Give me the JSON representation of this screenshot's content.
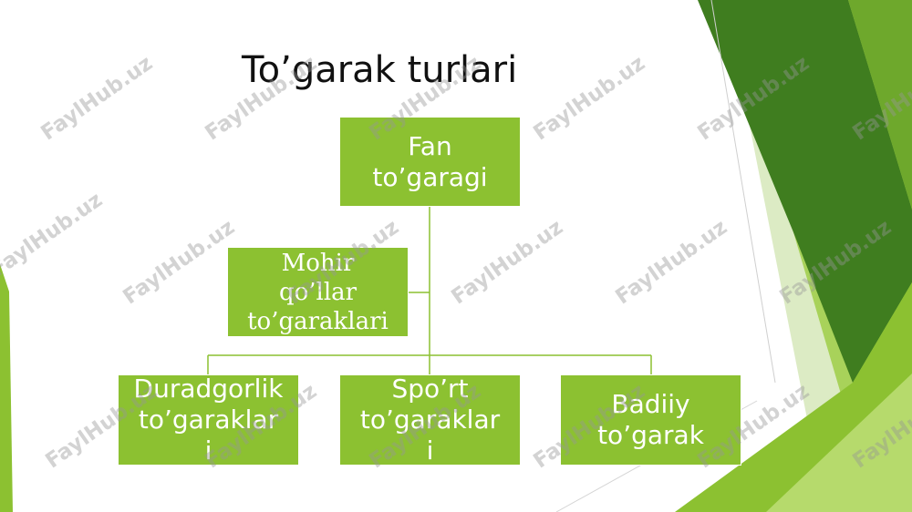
{
  "slide": {
    "title": "To’garak turlari"
  },
  "org_chart": {
    "root": {
      "lines": [
        "Fan",
        "to’garagi"
      ]
    },
    "assistant": {
      "lines": [
        "Mohir",
        "qo’llar",
        "to’garaklari"
      ]
    },
    "children": [
      {
        "lines": [
          "Duradgorlik",
          "to’garaklar",
          "i"
        ]
      },
      {
        "lines": [
          "Spo’rt",
          "to’garaklar",
          "i"
        ]
      },
      {
        "lines": [
          "Badiiy",
          "to’garak"
        ]
      }
    ]
  },
  "watermark": {
    "text": "FaylHub.uz"
  },
  "colors": {
    "node_fill": "#8cc131",
    "connector": "#8cc131",
    "accent_green_dark": "#3f7d1f",
    "accent_green_light": "#9bc93a"
  }
}
